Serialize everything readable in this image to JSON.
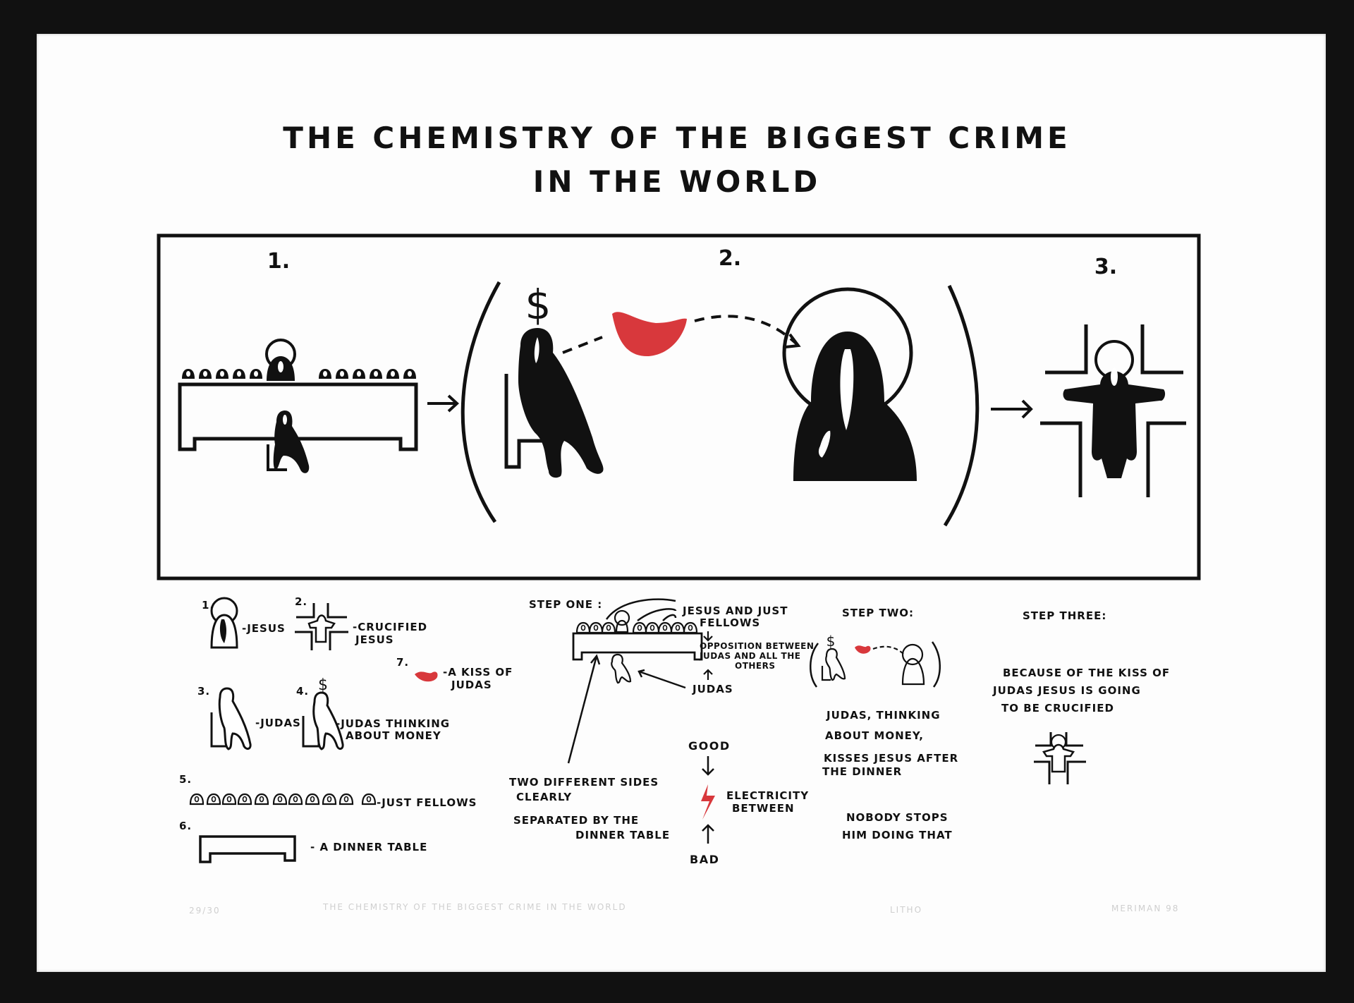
{
  "title": {
    "line1": "THE CHEMISTRY OF THE BIGGEST CRIME",
    "line2": "IN THE WORLD"
  },
  "panel": {
    "step_numbers": [
      "1.",
      "2.",
      "3."
    ],
    "dollar_sign": "$"
  },
  "legend": {
    "items": [
      {
        "num": "1.",
        "label": "-JESUS"
      },
      {
        "num": "2.",
        "label_line1": "-CRUCIFIED",
        "label_line2": "JESUS"
      },
      {
        "num": "3.",
        "label": "-JUDAS"
      },
      {
        "num": "4.",
        "label_line1": "-JUDAS THINKING",
        "label_line2": "ABOUT MONEY"
      },
      {
        "num": "5.",
        "label": "-JUST FELLOWS"
      },
      {
        "num": "6.",
        "label": "- A DINNER TABLE"
      },
      {
        "num": "7.",
        "label_line1": "-A KISS OF",
        "label_line2": "JUDAS"
      }
    ],
    "dollar": "$"
  },
  "step_one": {
    "heading": "STEP ONE :",
    "jesus_fellows_line1": "JESUS AND JUST",
    "jesus_fellows_line2": "FELLOWS",
    "opposition_line1": "OPPOSITION BETWEEN",
    "opposition_line2": "JUDAS AND ALL THE",
    "opposition_line3": "OTHERS",
    "judas": "JUDAS",
    "sides_line1": "TWO DIFFERENT SIDES",
    "sides_line2": "CLEARLY",
    "sides_line3": "SEPARATED BY THE",
    "sides_line4": "DINNER TABLE",
    "good": "GOOD",
    "bad": "BAD",
    "electricity_line1": "ELECTRICITY",
    "electricity_line2": "BETWEEN"
  },
  "step_two": {
    "heading": "STEP TWO:",
    "dollar": "$",
    "text_line1": "JUDAS, THINKING",
    "text_line2": "ABOUT MONEY,",
    "text_line3": "KISSES JESUS AFTER",
    "text_line4": "THE DINNER",
    "text_line5": "NOBODY STOPS",
    "text_line6": "HIM DOING THAT"
  },
  "step_three": {
    "heading": "STEP THREE:",
    "text_line1": "BECAUSE OF THE KISS OF",
    "text_line2": "JUDAS JESUS IS GOING",
    "text_line3": "TO BE CRUCIFIED"
  },
  "signature": {
    "edition": "29/30",
    "title": "THE CHEMISTRY OF THE BIGGEST CRIME IN THE WORLD",
    "medium": "LITHO",
    "artist": "MERIMAN 98"
  },
  "colors": {
    "ink": "#111111",
    "kiss_red": "#d8383c",
    "paper": "#fdfdfd",
    "frame": "#111111"
  }
}
